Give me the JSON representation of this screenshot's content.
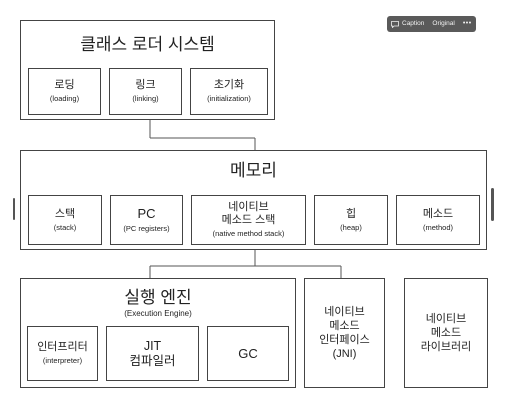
{
  "image_toolbar": {
    "caption_icon": "speech-bubble-icon",
    "caption_label": "Caption",
    "original_label": "Original",
    "more_label": "•••"
  },
  "diagram": {
    "class_loader": {
      "title": "클래스 로더 시스템",
      "items": [
        {
          "lines": [
            "로딩"
          ],
          "sub": "(loading)"
        },
        {
          "lines": [
            "링크"
          ],
          "sub": "(linking)"
        },
        {
          "lines": [
            "초기화"
          ],
          "sub": "(initialization)"
        }
      ]
    },
    "memory": {
      "title": "메모리",
      "items": [
        {
          "lines": [
            "스택"
          ],
          "sub": "(stack)"
        },
        {
          "lines": [
            "PC"
          ],
          "sub": "(PC registers)"
        },
        {
          "lines": [
            "네이티브",
            "메소드 스택"
          ],
          "sub": "(native method stack)"
        },
        {
          "lines": [
            "힙"
          ],
          "sub": "(heap)"
        },
        {
          "lines": [
            "메소드"
          ],
          "sub": "(method)"
        }
      ]
    },
    "execution_engine": {
      "title": "실행 엔진",
      "subtitle": "(Execution Engine)",
      "items": [
        {
          "lines": [
            "인터프리터"
          ],
          "sub": "(interpreter)"
        },
        {
          "lines": [
            "JIT",
            "컴파일러"
          ]
        },
        {
          "lines": [
            "GC"
          ]
        }
      ]
    },
    "jni": {
      "lines": [
        "네이티브",
        "메소드",
        "인터페이스",
        "(JNI)"
      ]
    },
    "native_library": {
      "lines": [
        "네이티브",
        "메소드",
        "라이브러리"
      ]
    }
  },
  "colors": {
    "border": "#444444",
    "line": "#555555",
    "text": "#222222",
    "handle": "#555555",
    "toolbar_bg": "#5a5a5a",
    "toolbar_text": "#f2f2f2"
  }
}
